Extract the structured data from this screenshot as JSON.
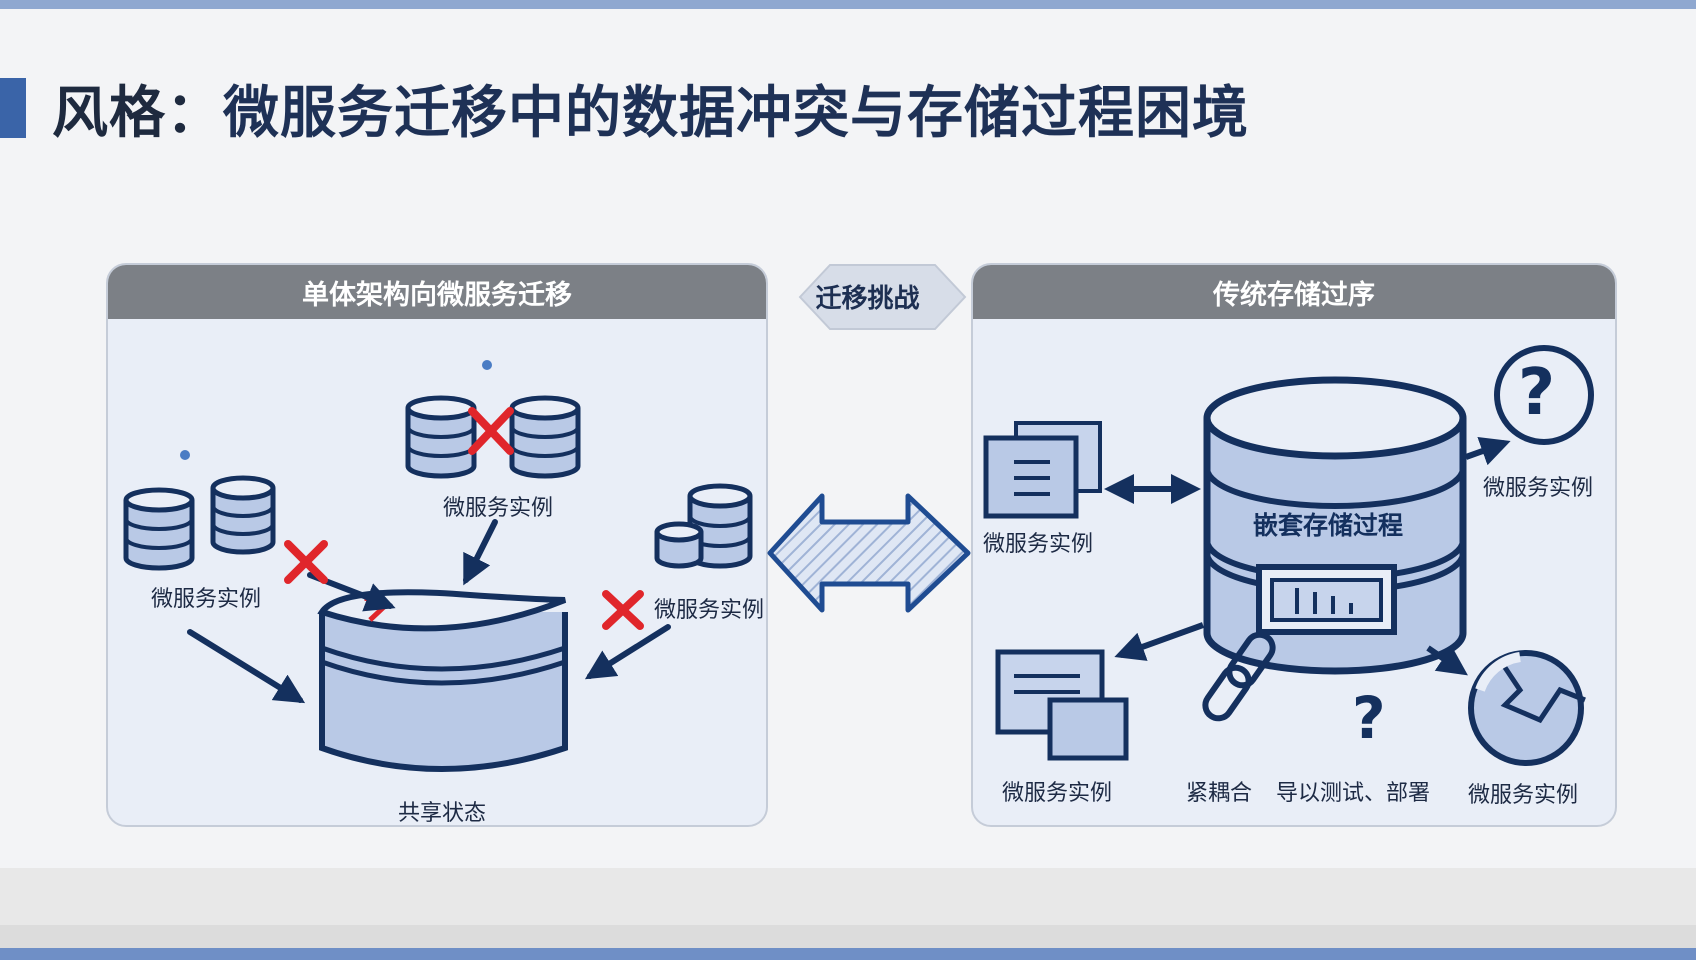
{
  "title": {
    "prefix": "风格：",
    "main": "微服务迁移中的数据冲突与存储过程困境"
  },
  "left_panel": {
    "header": "单体架构向微服务迁移",
    "labels": {
      "instance_top": "微服务实例",
      "instance_left": "微服务实例",
      "instance_right": "微服务实例",
      "shared_state": "共享状态"
    }
  },
  "center": {
    "label": "迁移挑战"
  },
  "right_panel": {
    "header": "传统存储过序",
    "db_label": "嵌套存储过程",
    "labels": {
      "instance_left": "微服务实例",
      "instance_topright": "微服务实例",
      "instance_bottomleft": "微服务实例",
      "instance_bottomright": "微服务实例",
      "tight_coupling": "紧耦合",
      "test_deploy": "导以测试、部署"
    }
  },
  "colors": {
    "navy": "#14305e",
    "db_fill": "#b9c9e6",
    "panel_bg": "#e9eef7",
    "header_gray": "#7c8086",
    "error_red": "#e0262b"
  },
  "icons": [
    "database-icon",
    "error-x-icon",
    "arrow-icon",
    "double-arrow-icon",
    "document-icon",
    "question-icon",
    "chain-link-icon",
    "cracked-disk-icon"
  ]
}
